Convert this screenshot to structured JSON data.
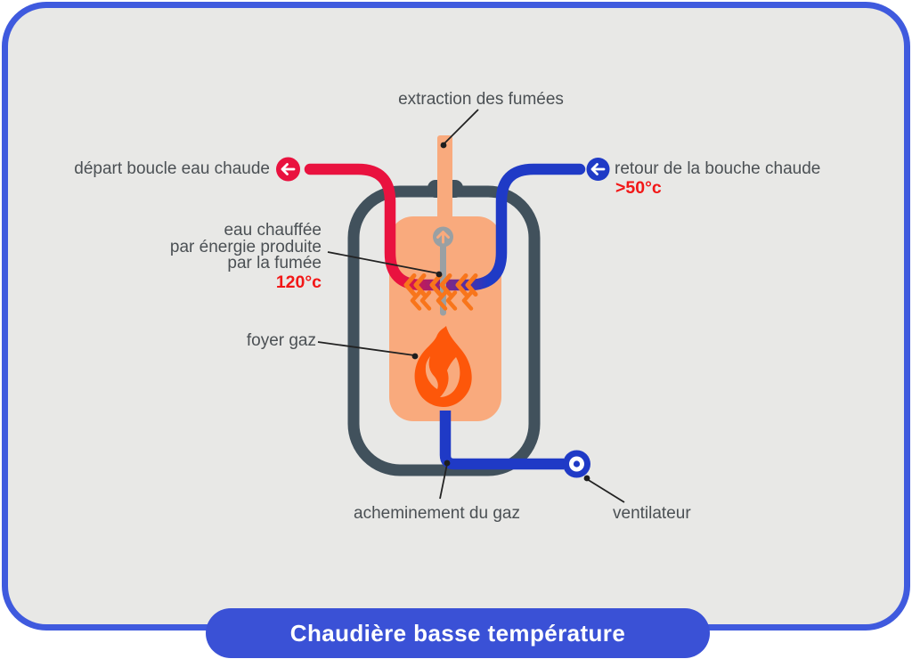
{
  "title": {
    "label": "Chaudière basse température"
  },
  "diagram": {
    "labels": {
      "extraction": "extraction des fumées",
      "depart": "départ boucle eau chaude",
      "retour": "retour de la bouche chaude",
      "retour_temp": ">50°c",
      "eau_line1": "eau chauffée",
      "eau_line2": "par énergie produite",
      "eau_line3": "par la fumée",
      "eau_temp": "120°c",
      "foyer": "foyer gaz",
      "acheminement": "acheminement du gaz",
      "ventilateur": "ventilateur"
    },
    "icons": {
      "depart_arrow": "left-arrow",
      "retour_arrow": "left-arrow",
      "probe_arrow": "up-arrow",
      "flame": "flame",
      "fan": "fan"
    },
    "colors": {
      "background": "#e8e8e6",
      "frame_border": "#3f5ade",
      "title_bg": "#3a51d6",
      "hot_pipe_red": "#e9123f",
      "cold_pipe_blue": "#1f3ac6",
      "boiler_shell": "#41515c",
      "chamber_salmon": "#f9aa7d",
      "flame_orange": "#fd570a",
      "chevron_orange": "#f8751b",
      "probe_gray": "#9aa0a3",
      "temp_red": "#f21717",
      "label_text": "#4b5054"
    }
  }
}
